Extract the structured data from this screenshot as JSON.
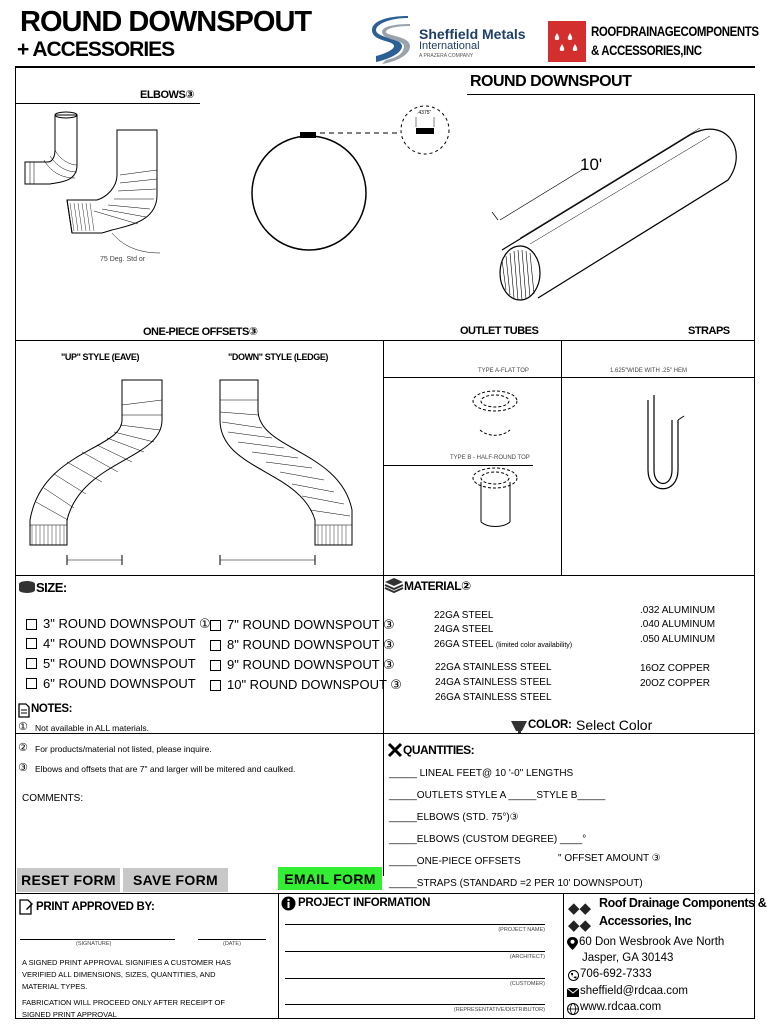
{
  "header": {
    "title_line1": "ROUND DOWNSPOUT",
    "title_line2": "+ ACCESSORIES",
    "logo1_name": "Sheffield Metals",
    "logo1_sub": "International",
    "logo1_tag": "A PRAZERA COMPANY",
    "logo2_line1": "ROOFDRAINAGECOMPONENTS",
    "logo2_line2": "& ACCESSORIES,INC",
    "brand_color": "#d32f2f"
  },
  "drawings": {
    "elbows_label": "ELBOWS③",
    "elbow_angle": "75 Deg. Std or",
    "round_downspout_label": "ROUND DOWNSPOUT",
    "seam_dim": ".4375\"",
    "length_label": "10'",
    "offsets_label": "ONE-PIECE OFFSETS③",
    "up_style": "\"UP\" STYLE (EAVE)",
    "down_style": "\"DOWN\" STYLE (LEDGE)",
    "outlet_tubes_label": "OUTLET TUBES",
    "type_a": "TYPE A-FLAT TOP",
    "type_b": "TYPE B - HALF-ROUND TOP",
    "straps_label": "STRAPS",
    "strap_desc": "1.625\"WIDE WITH .25\" HEM"
  },
  "size": {
    "heading": "SIZE:",
    "left": [
      "3\" ROUND DOWNSPOUT ①",
      "4\" ROUND DOWNSPOUT",
      "5\" ROUND DOWNSPOUT",
      "6\" ROUND DOWNSPOUT"
    ],
    "right": [
      "7\" ROUND DOWNSPOUT ③",
      "8\" ROUND DOWNSPOUT ③",
      "9\" ROUND DOWNSPOUT ③",
      "10\" ROUND DOWNSPOUT ③"
    ]
  },
  "material": {
    "heading": "MATERIAL②",
    "steel": [
      "22GA STEEL",
      "24GA STEEL",
      "26GA STEEL"
    ],
    "steel_note": "(limited color availability)",
    "aluminum": [
      ".032  ALUMINUM",
      ".040 ALUMINUM",
      ".050  ALUMINUM"
    ],
    "stainless": [
      "22GA STAINLESS STEEL",
      "24GA STAINLESS STEEL",
      "26GA STAINLESS STEEL"
    ],
    "copper": [
      "16OZ COPPER",
      "20OZ COPPER"
    ]
  },
  "notes": {
    "heading": "NOTES:",
    "n1_num": "①",
    "n1_text": "Not available in ALL materials.",
    "n2_num": "②",
    "n2_text": "For products/material not listed, please inquire.",
    "n3_num": "③",
    "n3_text": "Elbows and offsets that are 7\" and larger will be mitered and caulked.",
    "comments": "COMMENTS:"
  },
  "color": {
    "label": "COLOR:",
    "value": "Select Color"
  },
  "quantities": {
    "heading": "QUANTITIES:",
    "lines": [
      "_____ LINEAL FEET@ 10 '-0\" LENGTHS",
      "_____OUTLETS STYLE A _____STYLE B_____",
      "_____ELBOWS (STD. 75°)③",
      "_____ELBOWS (CUSTOM DEGREE) ____°",
      "_____ONE-PIECE OFFSETS",
      "_____STRAPS (STANDARD =2 PER 10' DOWNSPOUT)"
    ],
    "offset_amount": "\" OFFSET AMOUNT ③"
  },
  "buttons": {
    "reset": "RESET FORM",
    "save": "SAVE FORM",
    "email": "EMAIL FORM",
    "email_color": "#33ee33",
    "gray_color": "#c8c8c8"
  },
  "print": {
    "heading": "PRINT APPROVED BY:",
    "signature_label": "(SIGNATURE)",
    "date_label": "(DATE)",
    "disclaimer1": "A SIGNED PRINT APPROVAL SIGNIFIES A CUSTOMER HAS",
    "disclaimer2": "VERIFIED ALL DIMENSIONS, SIZES, QUANTITIES, AND",
    "disclaimer3": "MATERIAL TYPES.",
    "disclaimer4": "FABRICATION WILL PROCEED ONLY AFTER RECEIPT OF",
    "disclaimer5": "SIGNED PRINT APPROVAL"
  },
  "project": {
    "heading": "PROJECT INFORMATION",
    "fields": [
      "(PROJECT NAME)",
      "(ARCHITECT)",
      "(CUSTOMER)",
      "(REPRESENTATIVE/DISTRIBUTOR)"
    ]
  },
  "contact": {
    "company1": "Roof Drainage Components &",
    "company2": "Accessories, Inc",
    "address1": "60 Don Wesbrook Ave North",
    "address2": "Jasper, GA 30143",
    "phone": "706-692-7333",
    "email": "sheffield@rdcaa.com",
    "web": "www.rdcaa.com"
  }
}
